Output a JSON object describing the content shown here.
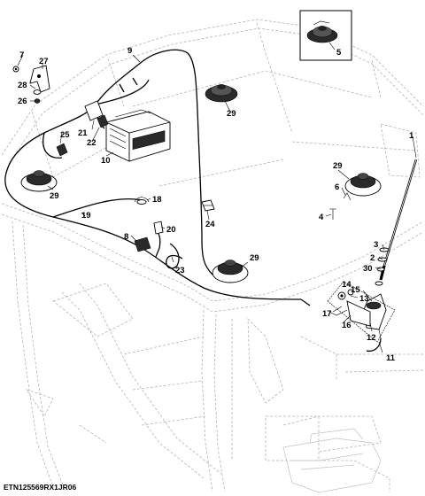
{
  "figure_id": "ETN125569RX1JR06",
  "callouts": [
    "1",
    "2",
    "3",
    "4",
    "5",
    "6",
    "7",
    "8",
    "9",
    "10",
    "11",
    "12",
    "13",
    "14",
    "15",
    "16",
    "17",
    "18",
    "19",
    "20",
    "21",
    "22",
    "23",
    "24",
    "25",
    "26",
    "27",
    "28",
    "29",
    "29",
    "29",
    "29",
    "30"
  ]
}
